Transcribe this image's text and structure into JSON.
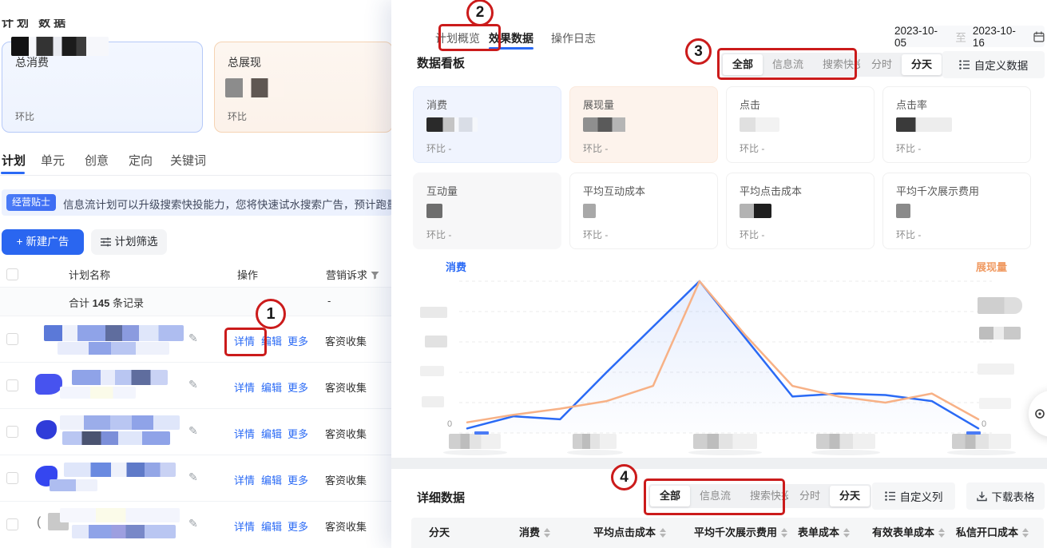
{
  "left": {
    "top_partial": "计划 数据",
    "summary_cards": [
      {
        "title": "总消费",
        "compare": "环比"
      },
      {
        "title": "总展现",
        "compare": "环比"
      }
    ],
    "tabs": [
      {
        "label": "计划",
        "active": true
      },
      {
        "label": "单元",
        "active": false
      },
      {
        "label": "创意",
        "active": false
      },
      {
        "label": "定向",
        "active": false
      },
      {
        "label": "关键词",
        "active": false
      }
    ],
    "tip": {
      "badge": "经营贴士",
      "text": "信息流计划可以升级搜索快投能力，您将快速试水搜索广告，预计跑量能"
    },
    "actions": {
      "new_ad_plus": "+",
      "new_ad": "新建广告",
      "filter": "计划筛选"
    },
    "table": {
      "headers": {
        "name": "计划名称",
        "operation": "操作",
        "demand": "营销诉求"
      },
      "summary": {
        "prefix": "合计",
        "count": "145",
        "suffix": "条记录",
        "demand": "-"
      },
      "links": {
        "detail": "详情",
        "edit": "编辑",
        "more": "更多"
      },
      "rows": [
        {
          "demand": "客资收集"
        },
        {
          "demand": "客资收集"
        },
        {
          "demand": "客资收集"
        },
        {
          "demand": "客资收集"
        },
        {
          "demand": "客资收集"
        }
      ]
    }
  },
  "drawer": {
    "tabs": [
      {
        "label": "计划概览",
        "active": false
      },
      {
        "label": "效果数据",
        "active": true
      },
      {
        "label": "操作日志",
        "active": false
      }
    ],
    "date_range": {
      "start": "2023-10-05",
      "separator": "至",
      "end": "2023-10-16"
    },
    "dashboard": {
      "title": "数据看板",
      "channel_tabs": [
        {
          "label": "全部",
          "active": true
        },
        {
          "label": "信息流",
          "active": false
        },
        {
          "label": "搜索快投",
          "active": false
        }
      ],
      "time_tabs": [
        {
          "label": "分时",
          "active": false
        },
        {
          "label": "分天",
          "active": true
        }
      ],
      "custom_button": "自定义数据",
      "metric_cards": [
        {
          "title": "消费",
          "compare": "环比 -"
        },
        {
          "title": "展现量",
          "compare": "环比 -"
        },
        {
          "title": "点击",
          "compare": "环比 -"
        },
        {
          "title": "点击率",
          "compare": "环比 -"
        },
        {
          "title": "互动量",
          "compare": "环比 -"
        },
        {
          "title": "平均互动成本",
          "compare": "环比 -"
        },
        {
          "title": "平均点击成本",
          "compare": "环比 -"
        },
        {
          "title": "平均千次展示费用",
          "compare": "环比 -"
        }
      ]
    },
    "detail": {
      "title": "详细数据",
      "channel_tabs": [
        {
          "label": "全部",
          "active": true
        },
        {
          "label": "信息流",
          "active": false
        },
        {
          "label": "搜索快投",
          "active": false
        }
      ],
      "time_tabs": [
        {
          "label": "分时",
          "active": false
        },
        {
          "label": "分天",
          "active": true
        }
      ],
      "custom_button": "自定义列",
      "download_button": "下载表格",
      "columns": [
        {
          "label": "分天",
          "sortable": false
        },
        {
          "label": "消费",
          "sortable": true
        },
        {
          "label": "平均点击成本",
          "sortable": true
        },
        {
          "label": "平均千次展示费用",
          "sortable": true
        },
        {
          "label": "表单成本",
          "sortable": true
        },
        {
          "label": "有效表单成本",
          "sortable": true
        },
        {
          "label": "私信开口成本",
          "sortable": true
        }
      ]
    }
  },
  "chart_data": {
    "type": "line",
    "title": "",
    "legend": {
      "left": "消费",
      "right": "展现量",
      "position": "top-left / top-right"
    },
    "x_count": 12,
    "x_note": "daily points 2023-10-05 to 2023-10-16; tick labels blurred/redacted (5 blurred tick blocks)",
    "y_note": "axis tick labels blurred/redacted; only 0 baseline labels visible on both axes",
    "y_zero_label": "0",
    "y_min": 0,
    "y_max": 100,
    "grid": "6 dashed horizontal gridlines",
    "series": [
      {
        "name": "消费",
        "axis": "left",
        "color": "#2a6af5",
        "fill": true,
        "values": [
          3,
          11,
          9,
          40,
          70,
          100,
          62,
          24,
          26,
          25,
          21,
          3
        ]
      },
      {
        "name": "展现量",
        "axis": "right",
        "color": "#f7b186",
        "fill": false,
        "values": [
          7,
          12,
          16,
          21,
          31,
          100,
          64,
          31,
          24,
          20,
          26,
          9
        ]
      }
    ]
  },
  "annotations": {
    "circles": [
      "1",
      "2",
      "3",
      "4"
    ]
  },
  "colors": {
    "accent_blue": "#2a6af5",
    "line_blue": "#2a6af5",
    "line_orange": "#f7b186",
    "annotation_red": "#cb1b1b",
    "card_blue_bg": "#f0f4fe",
    "card_orange_bg": "#fdf3ec"
  }
}
